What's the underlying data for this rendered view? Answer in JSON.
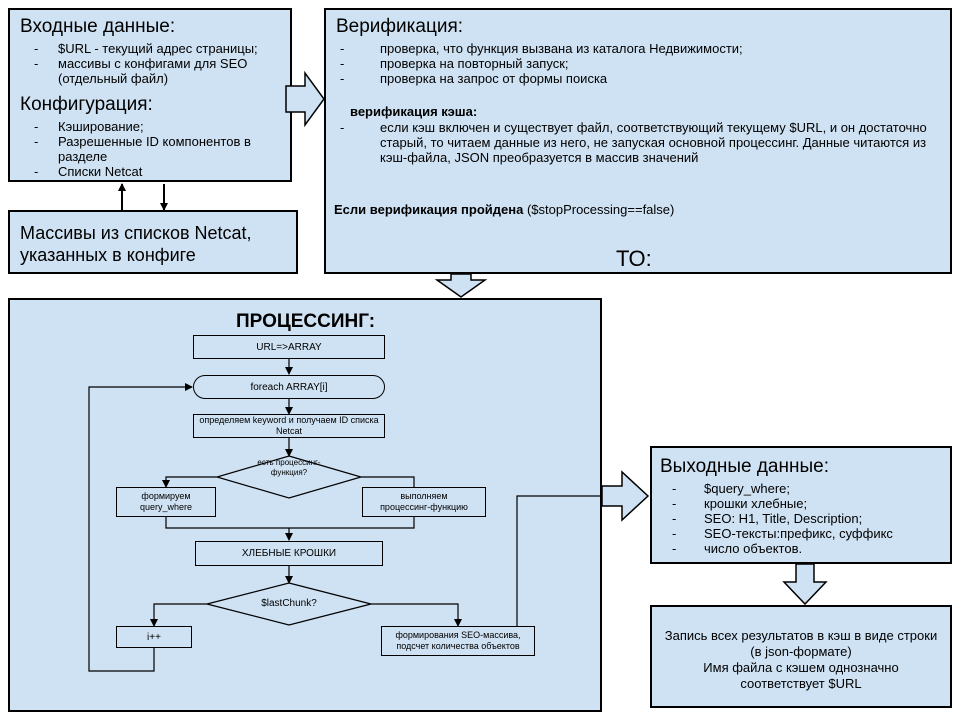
{
  "input": {
    "title": "Входные данные:",
    "items": [
      "$URL - текущий адрес страницы;",
      "массивы с конфигами для SEO (отдельный файл)"
    ]
  },
  "config": {
    "title": "Конфигурация:",
    "items": [
      "Кэширование;",
      "Разрешенные ID компонентов в разделе",
      "Списки Netcat"
    ]
  },
  "arrays_box": {
    "text": "Массивы из списков Netcat, указанных в конфиге"
  },
  "verification": {
    "title": "Верификация:",
    "items": [
      "проверка, что функция вызвана из каталога Недвижимости;",
      "проверка на повторный запуск;",
      "проверка на запрос от формы поиска"
    ],
    "cache_title": "верификация кэша:",
    "cache_items": [
      "если кэш включен и существует файл, соответствующий текущему $URL, и он достаточно старый, то читаем данные из него, не запуская основной процессинг. Данные читаются из кэш-файла, JSON преобразуется в массив значений"
    ],
    "if_bold": "Если верификация пройдена",
    "if_rest": " ($stopProcessing==false)",
    "then": "ТО:"
  },
  "processing": {
    "title": "ПРОЦЕССИНГ:",
    "url_array": "URL=>ARRAY",
    "foreach": "foreach ARRAY[i]",
    "determine": "определяем keyword и получаем ID списка Netcat",
    "decision1": "есть процессинг-функция?",
    "form_query": "формируем query_where",
    "run_func": "выполняем процессинг-функцию",
    "breadcrumbs": "ХЛЕБНЫЕ КРОШКИ",
    "decision2": "$lastChunk?",
    "increment": "i++",
    "seo_form": "формирования SEO-массива, подсчет количества объектов"
  },
  "output": {
    "title": "Выходные данные:",
    "items": [
      "$query_where;",
      "крошки хлебные;",
      "SEO: H1, Title, Description;",
      "SEO-тексты:префикс, суффикс",
      "число объектов."
    ]
  },
  "cache_write": {
    "line1": "Запись всех результатов в кэш в виде строки",
    "line2": "(в json-формате)",
    "line3": "Имя файла с кэшем однозначно",
    "line4": "соответствует $URL"
  },
  "colors": {
    "box_fill": "#cfe2f3",
    "stroke": "#000000"
  }
}
